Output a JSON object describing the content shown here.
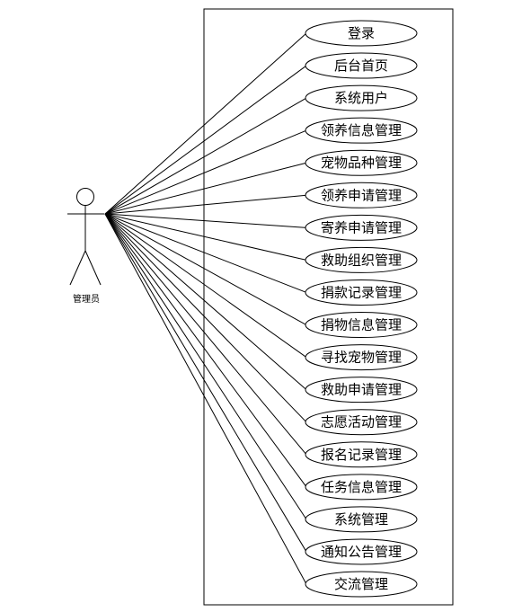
{
  "actor": {
    "name": "管理员"
  },
  "use_cases": [
    "登录",
    "后台首页",
    "系统用户",
    "领养信息管理",
    "宠物品种管理",
    "领养申请管理",
    "寄养申请管理",
    "救助组织管理",
    "捐款记录管理",
    "捐物信息管理",
    "寻找宠物管理",
    "救助申请管理",
    "志愿活动管理",
    "报名记录管理",
    "任务信息管理",
    "系统管理",
    "通知公告管理",
    "交流管理"
  ]
}
